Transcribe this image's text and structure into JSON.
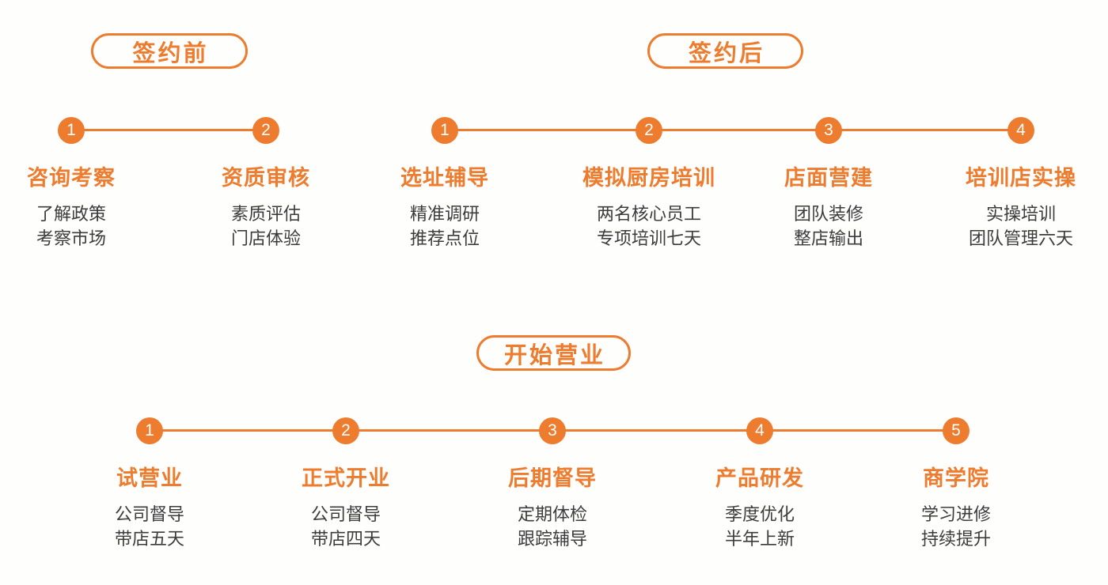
{
  "colors": {
    "accent": "#ED7C2F",
    "text": "#3C3C3C",
    "background": "#FEFEFD"
  },
  "sections": [
    {
      "label": "签约前",
      "steps": [
        {
          "number": "1",
          "title": "咨询考察",
          "lines": [
            "了解政策",
            "考察市场"
          ]
        },
        {
          "number": "2",
          "title": "资质审核",
          "lines": [
            "素质评估",
            "门店体验"
          ]
        }
      ]
    },
    {
      "label": "签约后",
      "steps": [
        {
          "number": "1",
          "title": "选址辅导",
          "lines": [
            "精准调研",
            "推荐点位"
          ]
        },
        {
          "number": "2",
          "title": "模拟厨房培训",
          "lines": [
            "两名核心员工",
            "专项培训七天"
          ]
        },
        {
          "number": "3",
          "title": "店面营建",
          "lines": [
            "团队装修",
            "整店输出"
          ]
        },
        {
          "number": "4",
          "title": "培训店实操",
          "lines": [
            "实操培训",
            "团队管理六天"
          ]
        }
      ]
    },
    {
      "label": "开始营业",
      "steps": [
        {
          "number": "1",
          "title": "试营业",
          "lines": [
            "公司督导",
            "带店五天"
          ]
        },
        {
          "number": "2",
          "title": "正式开业",
          "lines": [
            "公司督导",
            "带店四天"
          ]
        },
        {
          "number": "3",
          "title": "后期督导",
          "lines": [
            "定期体检",
            "跟踪辅导"
          ]
        },
        {
          "number": "4",
          "title": "产品研发",
          "lines": [
            "季度优化",
            "半年上新"
          ]
        },
        {
          "number": "5",
          "title": "商学院",
          "lines": [
            "学习进修",
            "持续提升"
          ]
        }
      ]
    }
  ]
}
